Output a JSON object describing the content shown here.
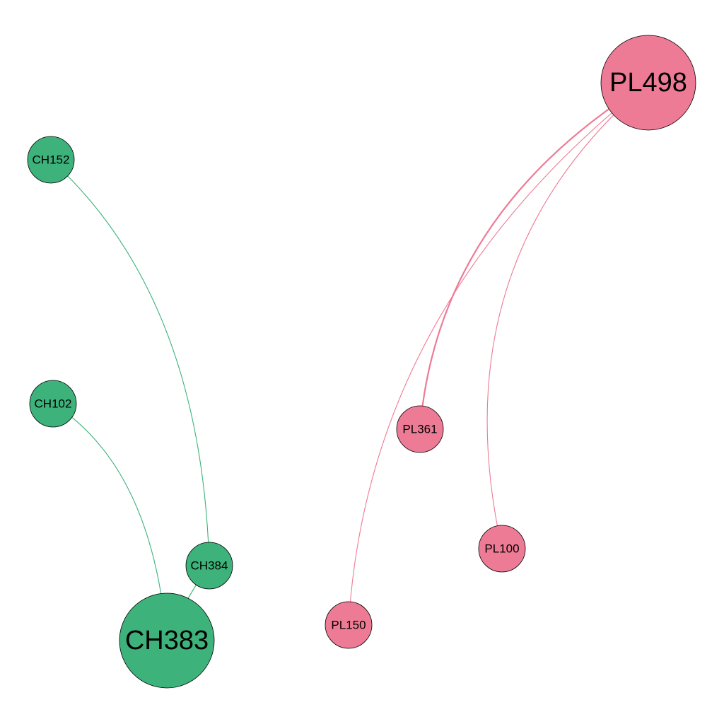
{
  "colors": {
    "CH": "#3db27b",
    "PL": "#ee7b95"
  },
  "nodes": [
    {
      "id": "PL498",
      "label": "PL498",
      "group": "PL"
    },
    {
      "id": "PL361",
      "label": "PL361",
      "group": "PL"
    },
    {
      "id": "PL100",
      "label": "PL100",
      "group": "PL"
    },
    {
      "id": "PL150",
      "label": "PL150",
      "group": "PL"
    },
    {
      "id": "CH152",
      "label": "CH152",
      "group": "CH"
    },
    {
      "id": "CH102",
      "label": "CH102",
      "group": "CH"
    },
    {
      "id": "CH384",
      "label": "CH384",
      "group": "CH"
    },
    {
      "id": "CH383",
      "label": "CH383",
      "group": "CH"
    }
  ],
  "edges": [
    {
      "source": "PL498",
      "target": "PL361",
      "group": "PL",
      "weight": 2
    },
    {
      "source": "PL498",
      "target": "PL150",
      "group": "PL",
      "weight": 1
    },
    {
      "source": "PL498",
      "target": "PL100",
      "group": "PL",
      "weight": 1
    },
    {
      "source": "CH152",
      "target": "CH384",
      "group": "CH",
      "weight": 1
    },
    {
      "source": "CH102",
      "target": "CH383",
      "group": "CH",
      "weight": 1
    },
    {
      "source": "CH384",
      "target": "CH383",
      "group": "CH",
      "weight": 1
    }
  ]
}
